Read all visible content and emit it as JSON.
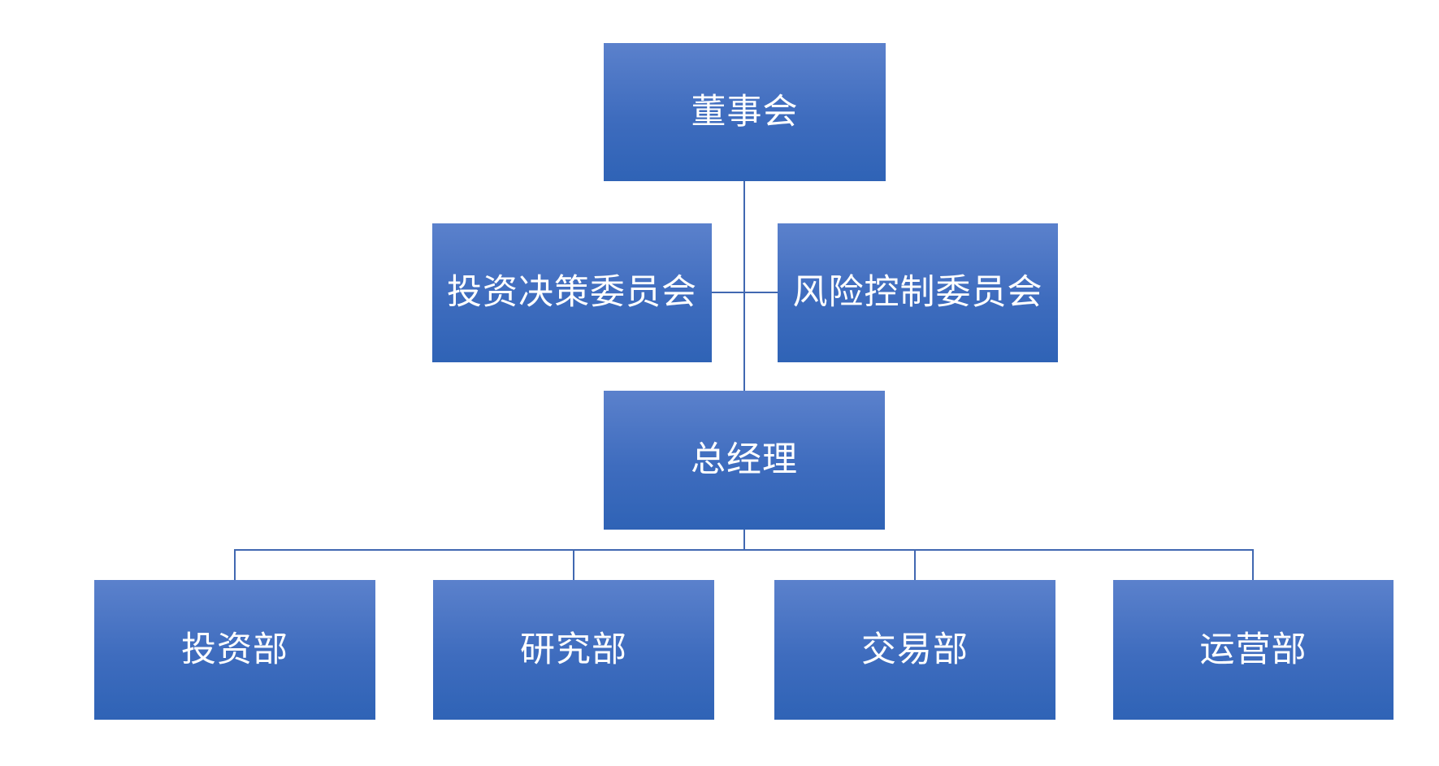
{
  "colors": {
    "background": "#ffffff",
    "node_gradient_top": "#5b81cc",
    "node_gradient_mid": "#3e6cbe",
    "node_gradient_bottom": "#2f63b6",
    "node_text": "#ffffff",
    "connector": "#4168b1"
  },
  "org_chart": {
    "type": "organization-chart",
    "root": {
      "id": "board",
      "label": "董事会"
    },
    "committees": [
      {
        "id": "investment-decision-committee",
        "label": "投资决策委员会",
        "reports_to": "board"
      },
      {
        "id": "risk-control-committee",
        "label": "风险控制委员会",
        "reports_to": "board"
      }
    ],
    "general_manager": {
      "id": "general-manager",
      "label": "总经理",
      "reports_to": "board"
    },
    "departments": [
      {
        "id": "investment-dept",
        "label": "投资部",
        "reports_to": "general-manager"
      },
      {
        "id": "research-dept",
        "label": "研究部",
        "reports_to": "general-manager"
      },
      {
        "id": "trading-dept",
        "label": "交易部",
        "reports_to": "general-manager"
      },
      {
        "id": "operations-dept",
        "label": "运营部",
        "reports_to": "general-manager"
      }
    ]
  }
}
